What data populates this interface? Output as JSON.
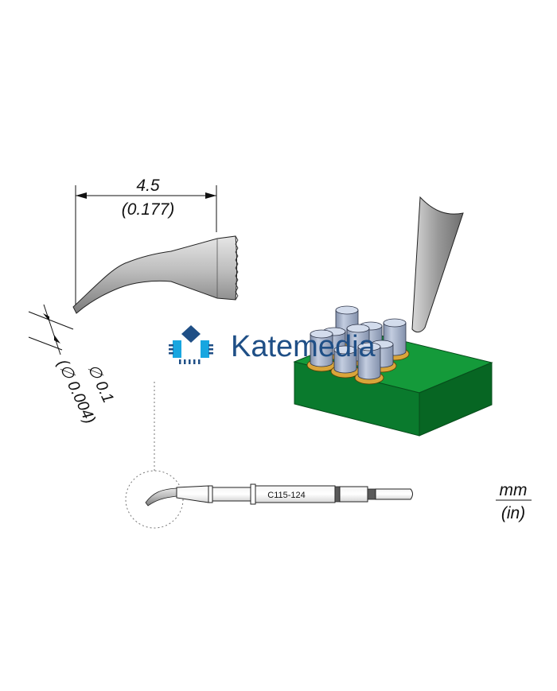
{
  "dimensions": {
    "length_mm": "4.5",
    "length_in": "(0.177)",
    "tip_mm": "∅ 0.1",
    "tip_in": "(∅ 0.004)"
  },
  "part_number": "C115-124",
  "units": {
    "metric": "mm",
    "imperial": "(in)"
  },
  "watermark": {
    "brand": "Katemedia"
  },
  "icons": [
    "tip-profile-icon",
    "pcb-with-components-icon",
    "katemedia-logo-icon"
  ],
  "colors": {
    "pcb": "#0d8a32",
    "component_body": "#a9b6cc",
    "solder_pad": "#d9a53a",
    "tip_metal": "#9a9a9a",
    "brand_blue": "#1f4f86",
    "logo_cyan": "#18a6e0"
  }
}
